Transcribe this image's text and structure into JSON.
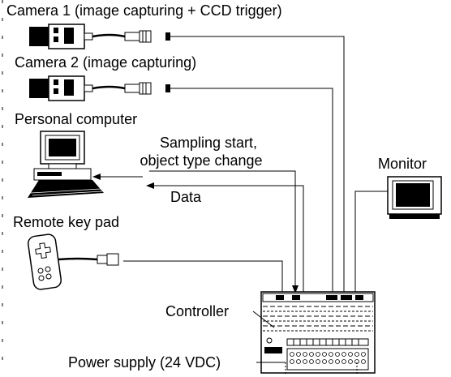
{
  "labels": {
    "camera1": "Camera 1 (image capturing + CCD trigger)",
    "camera2": "Camera 2 (image capturing)",
    "pc": "Personal computer",
    "sampling_line1": "Sampling start,",
    "sampling_line2": "object type change",
    "data": "Data",
    "monitor": "Monitor",
    "keypad": "Remote key pad",
    "controller": "Controller",
    "power": "Power supply (24 VDC)"
  }
}
